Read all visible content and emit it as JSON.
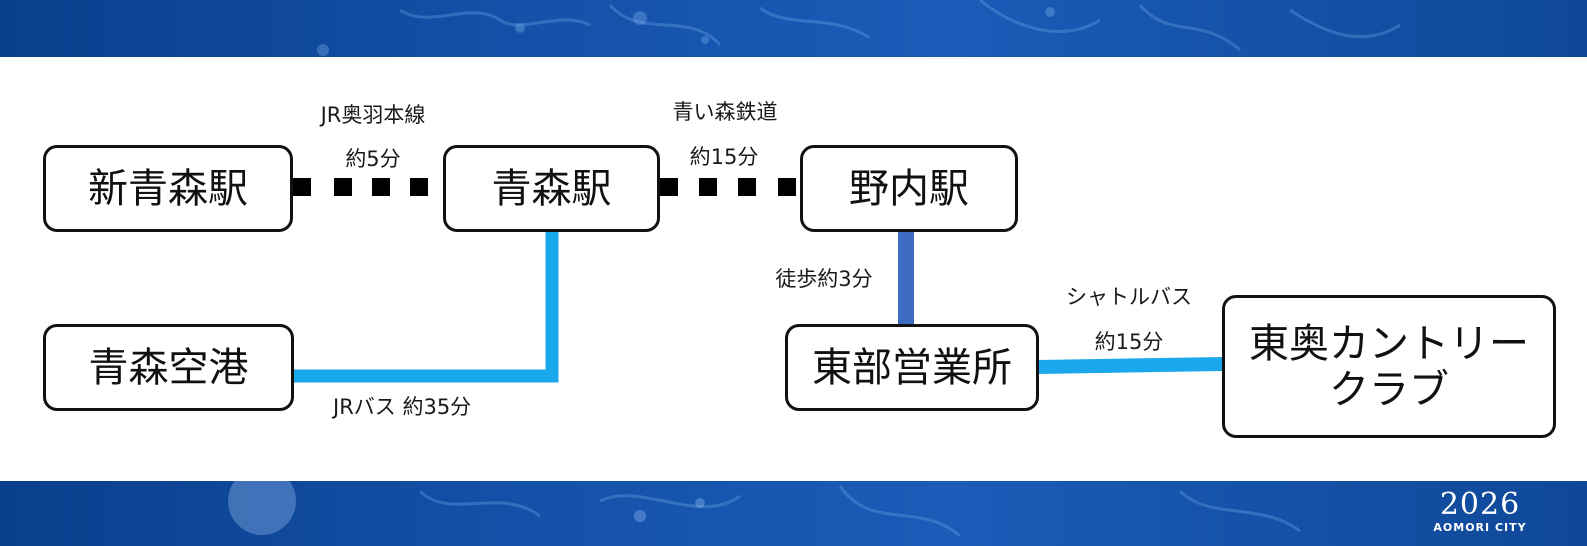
{
  "stations": {
    "shin_aomori": "新青森駅",
    "aomori": "青森駅",
    "nonai": "野内駅",
    "aomori_airport": "青森空港",
    "tobu_office": "東部営業所",
    "too_country_club": "東奥カントリー\nクラブ"
  },
  "routes": {
    "jr_ou_line": "JR奥羽本線",
    "jr_ou_time": "約5分",
    "aoimori_railway": "青い森鉄道",
    "aoimori_time": "約15分",
    "walk": "徒歩約3分",
    "shuttle_bus": "シャトルバス",
    "shuttle_time": "約15分",
    "jr_bus": "JRバス  約35分"
  },
  "logo": {
    "year": "2026",
    "city": "AOMORI CITY"
  },
  "colors": {
    "band": "#1552aa",
    "rail_line": "#000000",
    "bus_line": "#1aa7ec",
    "walk_line": "#3f6cc3"
  }
}
